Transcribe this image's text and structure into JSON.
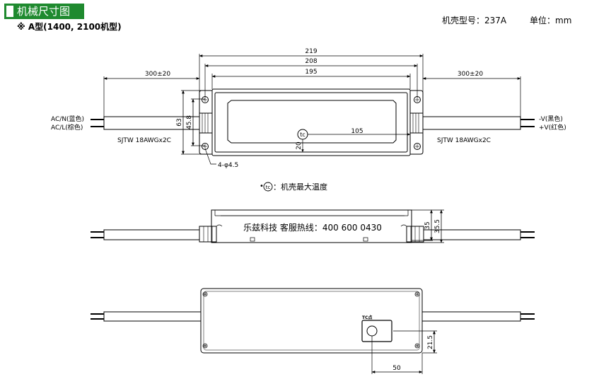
{
  "header": {
    "section_title": "机械尺寸图",
    "subtitle": "※ A型(1400, 2100机型)",
    "model_label": "机壳型号：237A",
    "unit_label": "单位：mm"
  },
  "top_view": {
    "dim_overall": "219",
    "dim_mounting": "208",
    "dim_body": "195",
    "cable_left_length": "300±20",
    "cable_right_length": "300±20",
    "dim_height_outer": "63",
    "dim_height_inner": "45.8",
    "tc_offset_x": "105",
    "tc_offset_y": "20",
    "tc_symbol": "tc",
    "input_wire_n": "AC/N(蓝色)",
    "input_wire_l": "AC/L(棕色)",
    "output_wire_neg": "-V(黑色)",
    "output_wire_pos": "+V(红色)",
    "cable_left_spec": "SJTW 18AWGx2C",
    "cable_right_spec": "SJTW 18AWGx2C",
    "hole_spec": "4-φ4.5"
  },
  "tc_note": {
    "bullet": "•",
    "symbol": "tc",
    "text": "：机壳最大温度"
  },
  "side_view": {
    "hotline_text": "乐兹科技 客服热线：400 600 0430",
    "dim_height": "35",
    "dim_height_total": "35.5"
  },
  "bottom_view": {
    "tc_label": "TC点",
    "dim_tc_height": "21.5",
    "dim_tc_width": "50"
  }
}
